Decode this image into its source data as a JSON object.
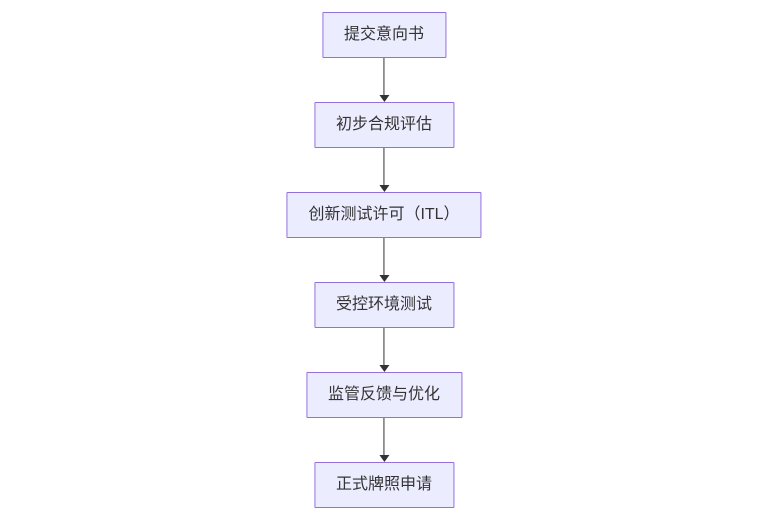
{
  "diagram": {
    "type": "flowchart-vertical",
    "direction": "top-down",
    "nodes": [
      {
        "id": "submit-intent",
        "label": "提交意向书"
      },
      {
        "id": "compliance-assessment",
        "label": "初步合规评估"
      },
      {
        "id": "itl-permit",
        "label": "创新测试许可（ITL）"
      },
      {
        "id": "controlled-testing",
        "label": "受控环境测试"
      },
      {
        "id": "regulatory-feedback",
        "label": "监管反馈与优化"
      },
      {
        "id": "license-application",
        "label": "正式牌照申请"
      }
    ],
    "edges": [
      {
        "from": "submit-intent",
        "to": "compliance-assessment",
        "style": "arrow-down"
      },
      {
        "from": "compliance-assessment",
        "to": "itl-permit",
        "style": "arrow-down"
      },
      {
        "from": "itl-permit",
        "to": "controlled-testing",
        "style": "arrow-down"
      },
      {
        "from": "controlled-testing",
        "to": "regulatory-feedback",
        "style": "arrow-down"
      },
      {
        "from": "regulatory-feedback",
        "to": "license-application",
        "style": "arrow-down"
      }
    ],
    "colors": {
      "node_fill": "#ECECFF",
      "node_border": "#9370DB",
      "node_text": "#333333",
      "edge_line": "#333333",
      "arrowhead": "#333333",
      "background": "#FFFFFF"
    }
  }
}
